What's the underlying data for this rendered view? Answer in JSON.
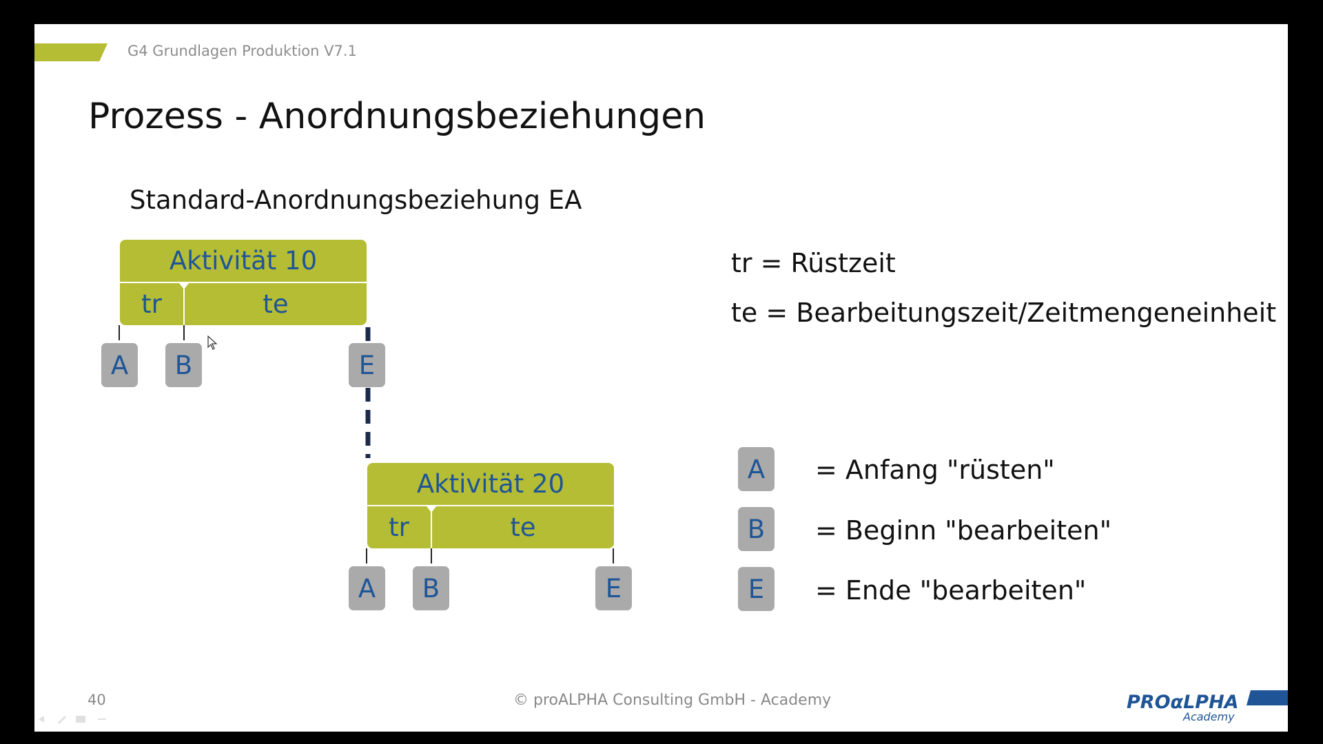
{
  "header": {
    "course_title": "G4 Grundlagen Produktion V7.1",
    "slide_title": "Prozess - Anordnungsbeziehungen"
  },
  "diagram": {
    "subtitle": "Standard-Anordnungsbeziehung EA",
    "activities": [
      {
        "label": "Aktivität 10",
        "seg_tr": "tr",
        "seg_te": "te",
        "nodes": [
          "A",
          "B",
          "E"
        ]
      },
      {
        "label": "Aktivität 20",
        "seg_tr": "tr",
        "seg_te": "te",
        "nodes": [
          "A",
          "B",
          "E"
        ]
      }
    ],
    "definitions": [
      {
        "term": "tr",
        "text": "tr = Rüstzeit"
      },
      {
        "term": "te",
        "text": "te = Bearbeitungszeit/Zeitmengeneinheit"
      }
    ],
    "legend": [
      {
        "key": "A",
        "text": "= Anfang \"rüsten\""
      },
      {
        "key": "B",
        "text": "= Beginn \"bearbeiten\""
      },
      {
        "key": "E",
        "text": "= Ende \"bearbeiten\""
      }
    ]
  },
  "footer": {
    "page_number": "40",
    "copyright": "© proALPHA Consulting GmbH - Academy",
    "logo_text": "PROαLPHA",
    "logo_sub": "Academy"
  },
  "colors": {
    "activity_fill": "#b5bd35",
    "label_blue": "#1f5596",
    "node_grey": "#aaaaaa",
    "connector": "#1b2a4a",
    "logo_blue": "#1f5596"
  },
  "icons": {
    "cursor": "mouse-pointer-icon",
    "controls": "player-controls-icon"
  }
}
